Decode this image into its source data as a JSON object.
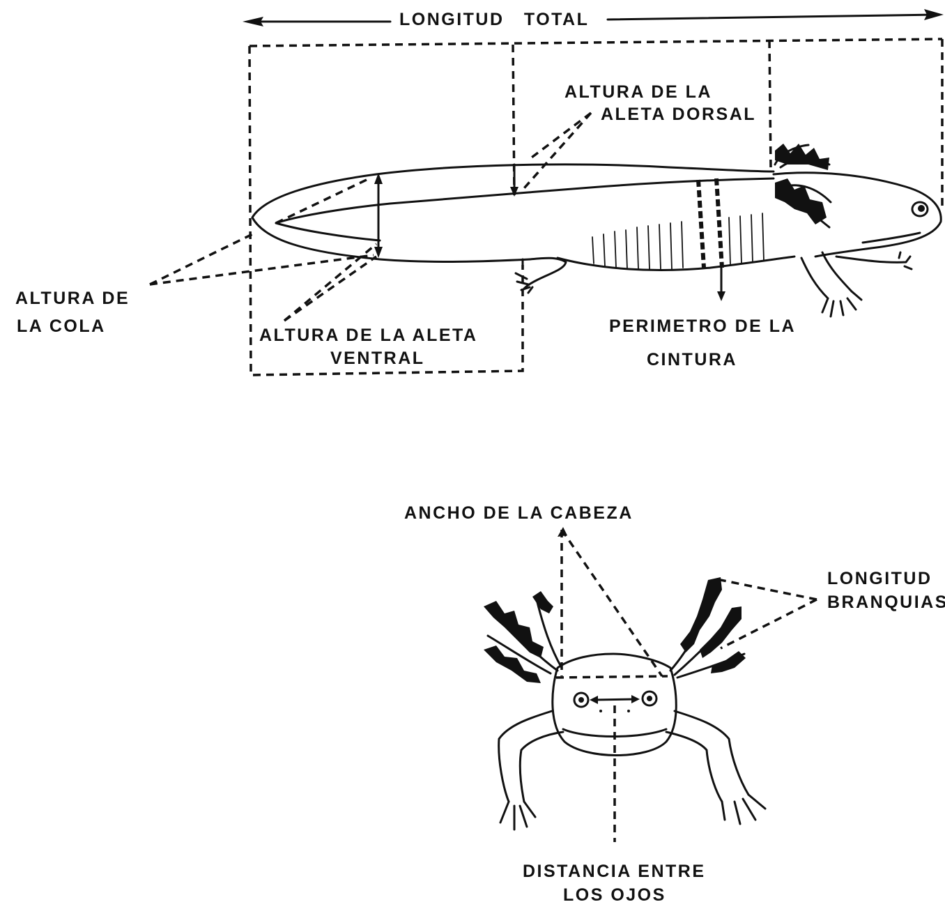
{
  "labels": {
    "longitud_total": "LONGITUD   TOTAL",
    "altura_aleta_dorsal_1": "ALTURA DE LA",
    "altura_aleta_dorsal_2": "ALETA DORSAL",
    "altura_cola_1": "ALTURA DE",
    "altura_cola_2": "LA COLA",
    "altura_aleta_ventral_1": "ALTURA DE LA ALETA",
    "altura_aleta_ventral_2": "VENTRAL",
    "perimetro_cintura_1": "PERIMETRO DE LA",
    "perimetro_cintura_2": "CINTURA",
    "ancho_cabeza": "ANCHO DE LA CABEZA",
    "longitud_branquias_1": "LONGITUD",
    "longitud_branquias_2": "BRANQUIAS",
    "distancia_ojos_1": "DISTANCIA ENTRE",
    "distancia_ojos_2": "LOS OJOS"
  },
  "colors": {
    "ink": "#111111",
    "paper": "#ffffff"
  }
}
